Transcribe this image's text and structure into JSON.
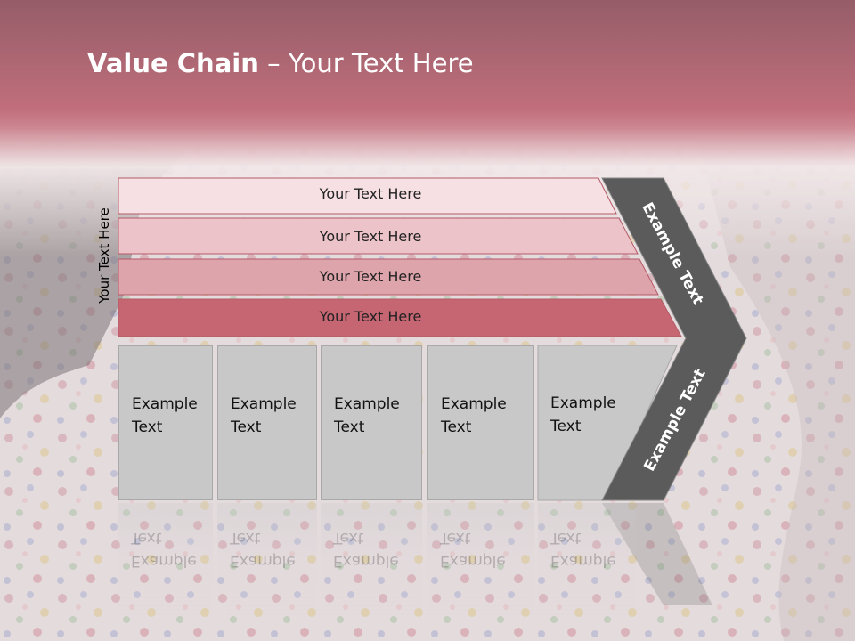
{
  "title": {
    "bold": "Value Chain",
    "rest": " – Your Text Here"
  },
  "side_label": "Your Text Here",
  "bands": [
    {
      "label": "Your Text Here",
      "color": "#f6e0e3"
    },
    {
      "label": "Your Text Here",
      "color": "#ebc3c9"
    },
    {
      "label": "Your Text Here",
      "color": "#dea4ac"
    },
    {
      "label": "Your Text Here",
      "color": "#c56672"
    }
  ],
  "boxes": [
    {
      "label": "Example Text"
    },
    {
      "label": "Example Text"
    },
    {
      "label": "Example Text"
    },
    {
      "label": "Example Text"
    },
    {
      "label": "Example Text"
    }
  ],
  "chevron": {
    "upper_label": "Example Text",
    "lower_label": "Example Text",
    "color": "#5b5b5b"
  }
}
